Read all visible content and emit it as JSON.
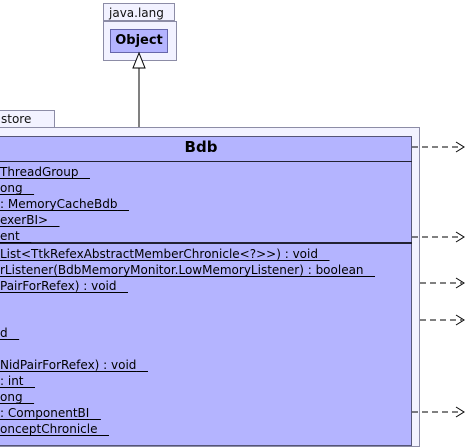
{
  "package_java_lang": {
    "label": "java.lang",
    "object_class": "Object"
  },
  "package_store": {
    "label": "store"
  },
  "bdb_class": {
    "name": "Bdb",
    "fields": [
      "ThreadGroup",
      "ong",
      ": MemoryCacheBdb",
      "exerBI>",
      "ent"
    ],
    "methods": [
      "List<TtkRefexAbstractMemberChronicle<?>>) : void",
      "rListener(BdbMemoryMonitor.LowMemoryListener) : boolean",
      "PairForRefex) : void",
      "d",
      "NidPairForRefex) : void",
      ": int",
      "ong",
      ": ComponentBI",
      "onceptChronicle"
    ]
  }
}
